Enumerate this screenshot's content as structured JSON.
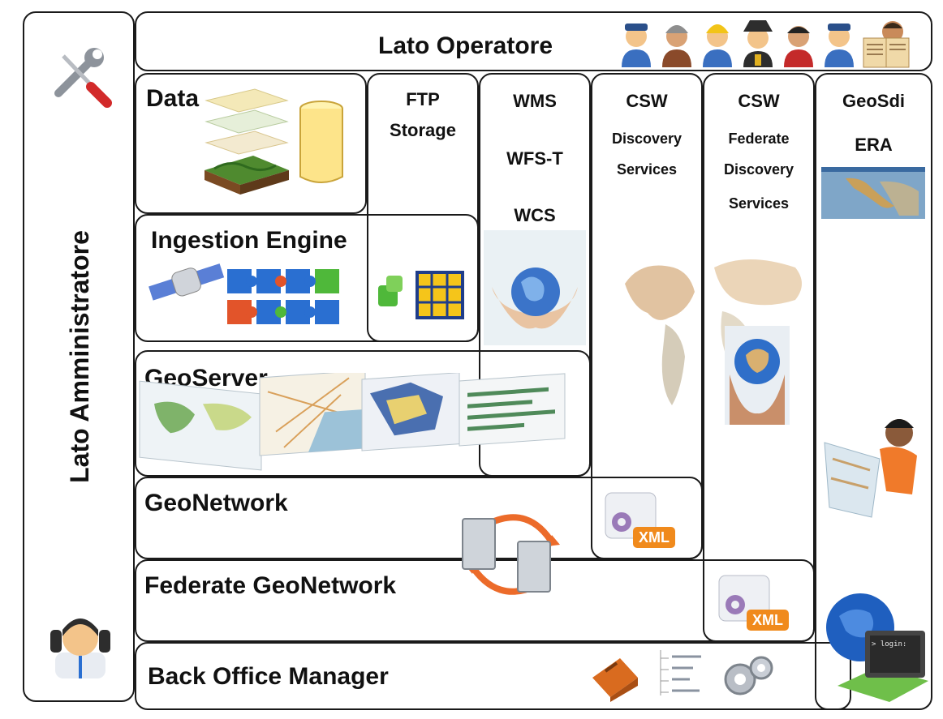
{
  "admin": {
    "label": "Lato Amministratore",
    "tools_icon": "wrench-screwdriver-icon",
    "admin_icon": "administrator-headset-icon"
  },
  "operator": {
    "label": "Lato Operatore",
    "icon": "operator-people-icons"
  },
  "data": {
    "label": "Data"
  },
  "ftp": {
    "line1": "FTP",
    "line2": "Storage"
  },
  "ows": {
    "line1": "WMS",
    "line2": "WFS-T",
    "line3": "WCS"
  },
  "csw1": {
    "line1": "CSW",
    "line2": "Discovery",
    "line3": "Services"
  },
  "csw2": {
    "line1": "CSW",
    "line2": "Federate",
    "line3": "Discovery",
    "line4": "Services"
  },
  "geosdi": {
    "line1": "GeoSdi",
    "line2": "ERA"
  },
  "ingestion": {
    "label": "Ingestion Engine"
  },
  "geoserver": {
    "label": "GeoServer"
  },
  "geonetwork": {
    "label": "GeoNetwork",
    "xml_badge": "XML"
  },
  "federate": {
    "label": "Federate GeoNetwork",
    "xml_badge": "XML"
  },
  "backoffice": {
    "label": "Back Office Manager",
    "terminal_text": "> login:"
  },
  "colors": {
    "border": "#1a1a1a",
    "xml_orange": "#f08a1c",
    "globe_blue": "#1f5fbf"
  }
}
